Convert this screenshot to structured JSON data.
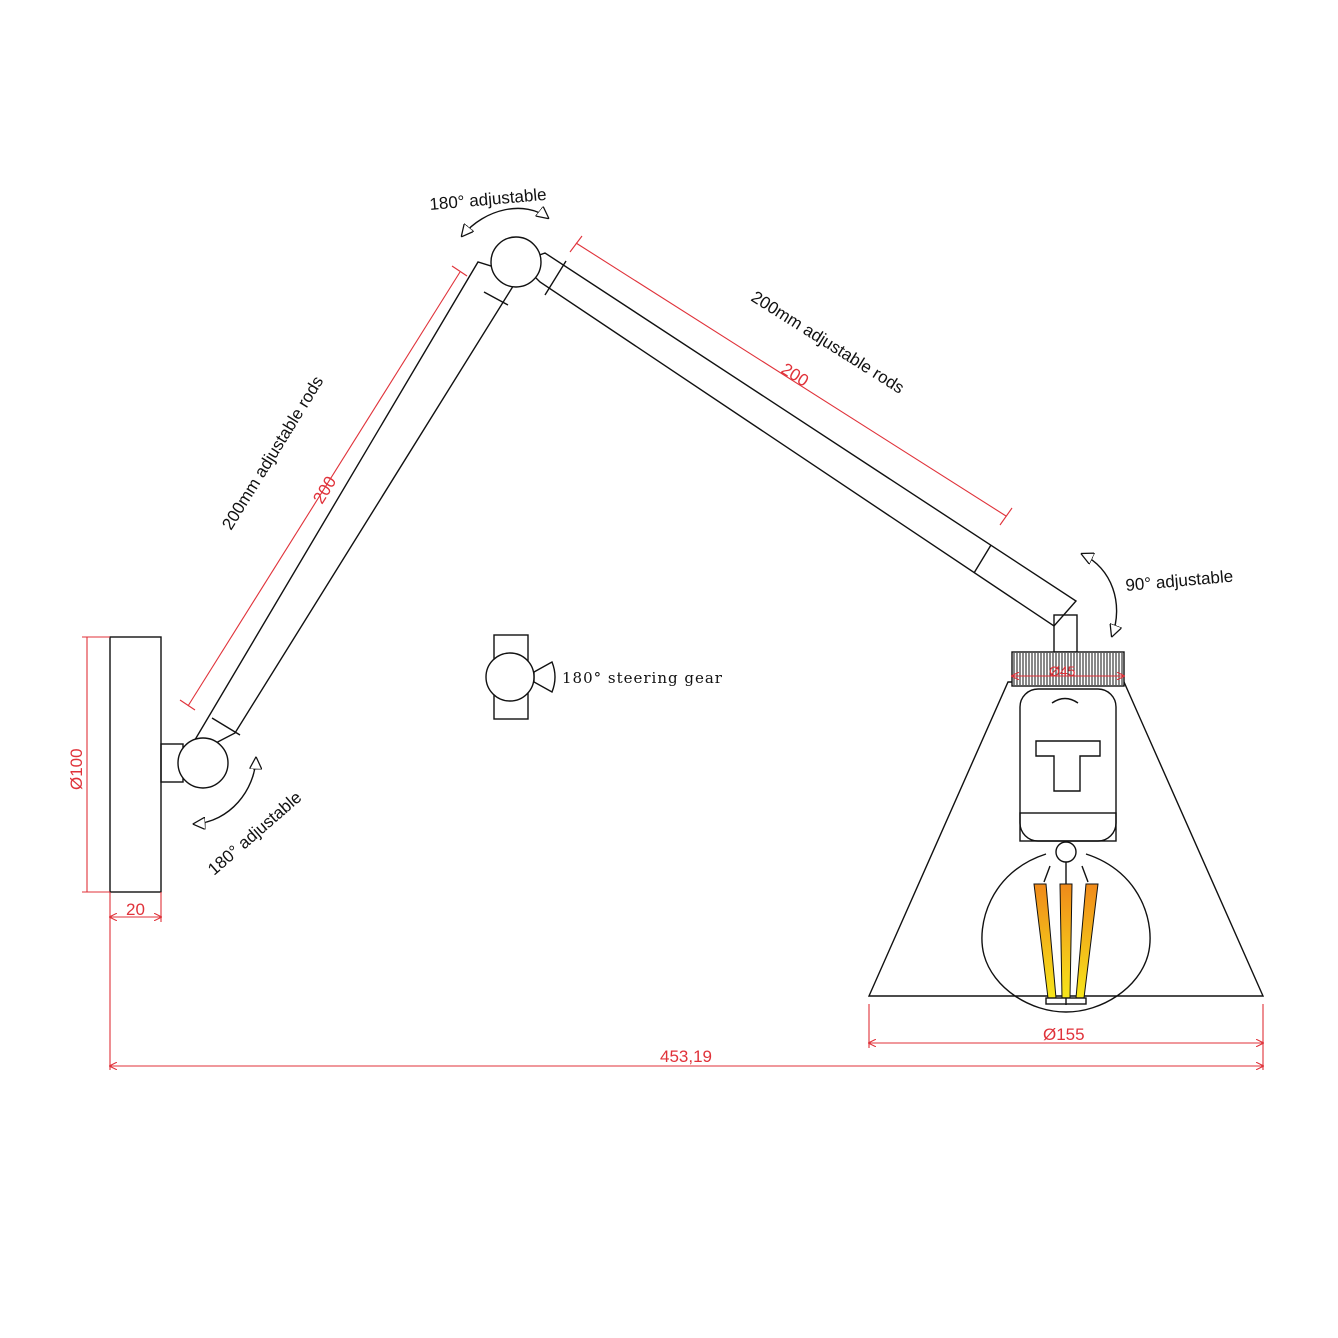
{
  "labels": {
    "rod_left": "200mm  adjustable rods",
    "rod_right": "200mm  adjustable rods",
    "joint_top": "180° adjustable",
    "joint_base": "180° adjustable",
    "joint_head": "90° adjustable",
    "steering_gear": "180° steering gear"
  },
  "dimensions": {
    "rod_left_length": "200",
    "rod_right_length": "200",
    "base_diameter": "Ø100",
    "base_depth": "20",
    "socket_diameter": "Ø45",
    "shade_diameter": "Ø155",
    "overall_width": "453,19"
  },
  "colors": {
    "line": "#111111",
    "dimension": "#e0323a",
    "filament_top": "#f08a1a",
    "filament_bottom": "#f6e51a"
  }
}
